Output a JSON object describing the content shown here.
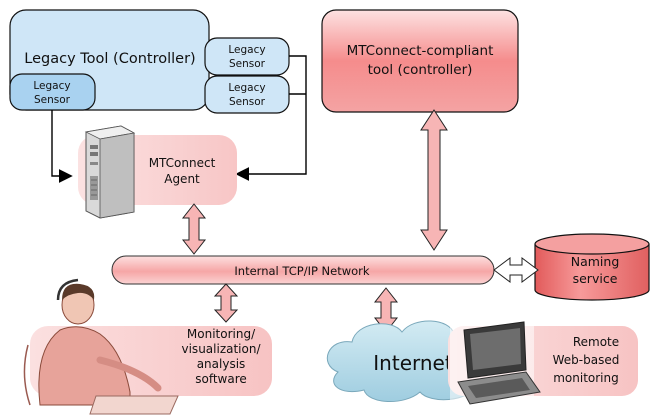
{
  "nodes": {
    "legacy_tool": "Legacy Tool (Controller)",
    "legacy_sensor_left": [
      "Legacy",
      "Sensor"
    ],
    "legacy_sensor_top": [
      "Legacy",
      "Sensor"
    ],
    "legacy_sensor_bottom": [
      "Legacy",
      "Sensor"
    ],
    "mtc_tool": [
      "MTConnect-compliant",
      "tool (controller)"
    ],
    "agent": [
      "MTConnect",
      "Agent"
    ],
    "network": "Internal TCP/IP Network",
    "naming": [
      "Naming",
      "service"
    ],
    "monitoring": [
      "Monitoring/",
      "visualization/",
      "analysis",
      "software"
    ],
    "internet": "Internet",
    "remote": [
      "Remote",
      "Web-based",
      "monitoring"
    ]
  },
  "colors": {
    "legacy_fill": "#cfe6f7",
    "legacy_sensor_fill": "#a9d2f0",
    "red_fill": "#f47d7d",
    "red_light": "#fbd7d7",
    "arrow_fill": "#f7b5b5",
    "cloud_fill": "#b4d8e6"
  },
  "icons": [
    "server-icon",
    "person-at-computer-icon",
    "laptop-icon"
  ]
}
